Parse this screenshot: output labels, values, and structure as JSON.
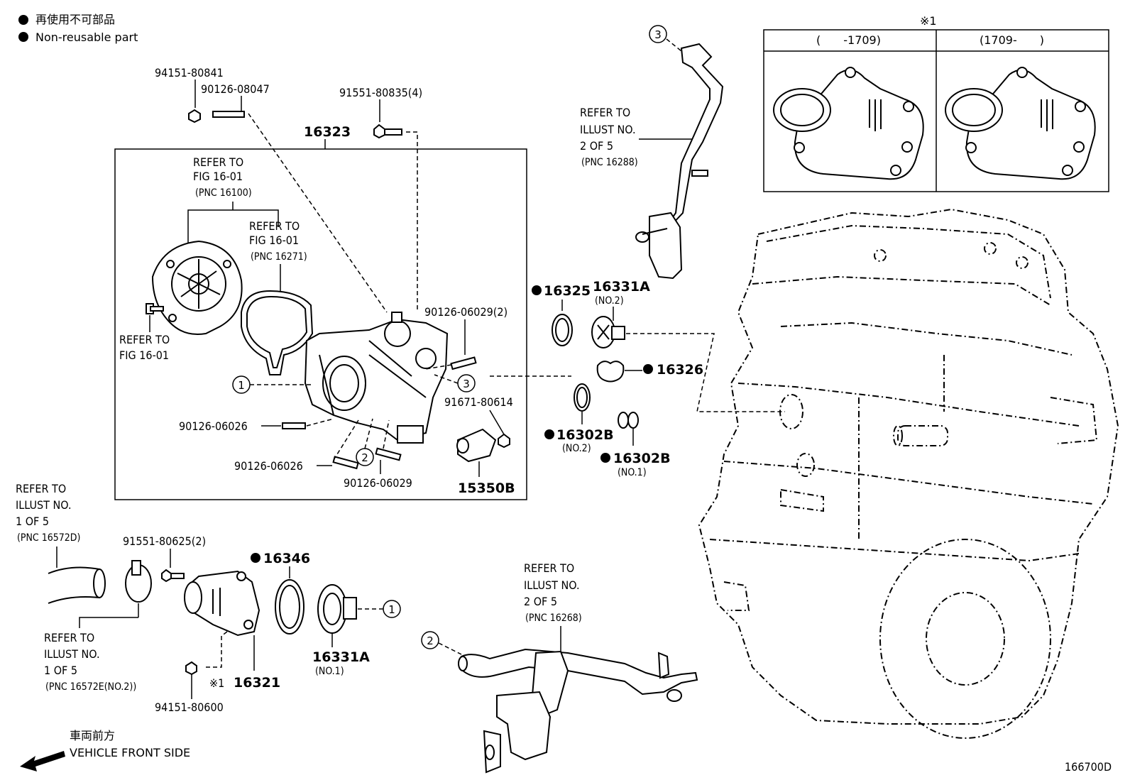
{
  "legend": {
    "jp": "再使用不可部品",
    "en": "Non-reusable part"
  },
  "inset": {
    "mark": "※1",
    "col_left": "(　　-1709)",
    "col_right": "(1709-　　)"
  },
  "labels": {
    "p94151_80841": "94151-80841",
    "p90126_08047": "90126-08047",
    "p91551_80835": "91551-80835(4)",
    "p16323": "16323",
    "refer_fig_a1": "REFER TO",
    "refer_fig_a2": "FIG 16-01",
    "refer_fig_a3": "(PNC 16100)",
    "refer_fig_b1": "REFER TO",
    "refer_fig_b2": "FIG 16-01",
    "refer_fig_b3": "(PNC 16271)",
    "refer_fig_c1": "REFER TO",
    "refer_fig_c2": "FIG 16-01",
    "p90126_06029_2": "90126-06029(2)",
    "p91671_80614": "91671-80614",
    "p90126_06026_a": "90126-06026",
    "p90126_06026_b": "90126-06026",
    "p90126_06029": "90126-06029",
    "p15350B": "15350B",
    "refer_illus_a1": "REFER TO",
    "refer_illus_a2": "ILLUST NO.",
    "refer_illus_a3": "2 OF 5",
    "refer_illus_a4": "(PNC 16288)",
    "p16325": "16325",
    "p16331A_no2": "16331A",
    "no2_a": "(NO.2)",
    "p16326": "16326",
    "p16302B_no2": "16302B",
    "no2_b": "(NO.2)",
    "p16302B_no1": "16302B",
    "no1_a": "(NO.1)",
    "refer_illus_b1": "REFER TO",
    "refer_illus_b2": "ILLUST NO.",
    "refer_illus_b3": "1 OF 5",
    "refer_illus_b4": "(PNC 16572D)",
    "p91551_80625": "91551-80625(2)",
    "p16346": "16346",
    "p16331A_no1": "16331A",
    "no1_b": "(NO.1)",
    "refer_illus_c1": "REFER TO",
    "refer_illus_c2": "ILLUST NO.",
    "refer_illus_c3": "1 OF 5",
    "refer_illus_c4": "(PNC 16572E(NO.2))",
    "mark_16321": "※1",
    "p16321": "16321",
    "p94151_80600": "94151-80600",
    "refer_illus_d1": "REFER TO",
    "refer_illus_d2": "ILLUST NO.",
    "refer_illus_d3": "2 OF 5",
    "refer_illus_d4": "(PNC 16268)",
    "front_jp": "車両前方",
    "front_en": "VEHICLE FRONT SIDE",
    "diagram_no": "166700D"
  },
  "callouts": [
    "1",
    "2",
    "3",
    "1",
    "2",
    "3"
  ],
  "colors": {
    "ink": "#000000",
    "paper": "#ffffff"
  }
}
